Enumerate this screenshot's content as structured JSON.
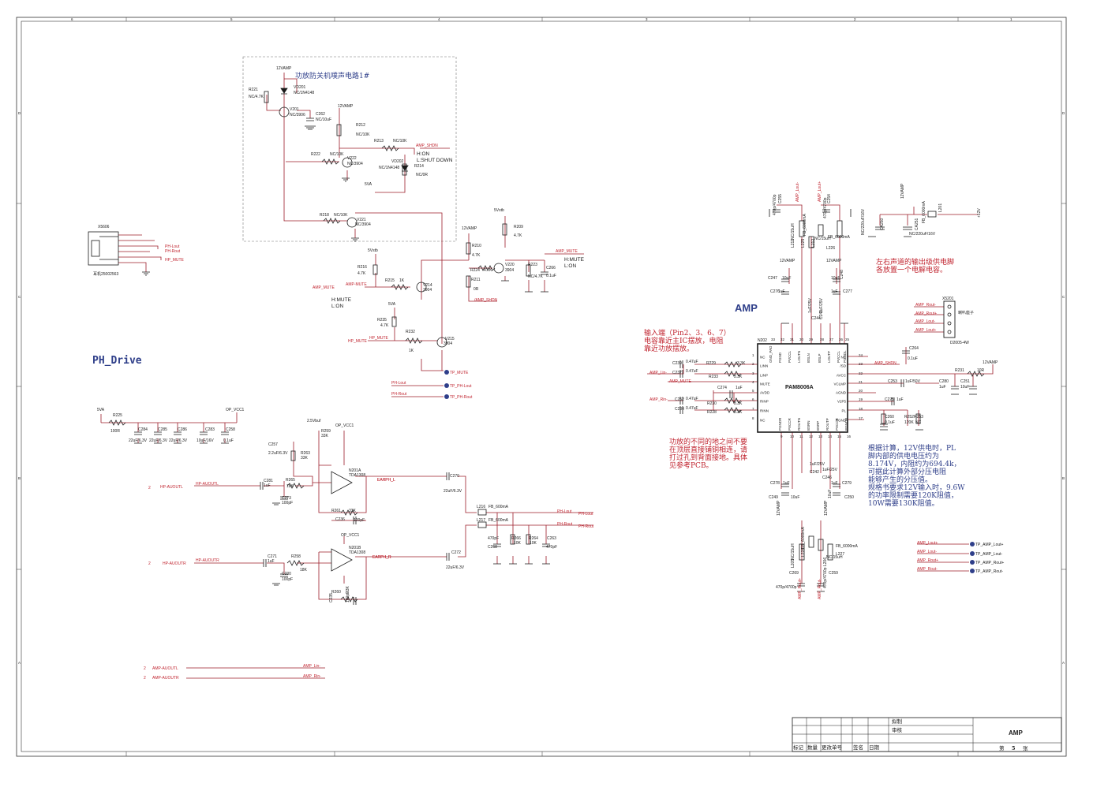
{
  "titles": {
    "ph_drive": "PH_Drive",
    "amp": "AMP",
    "dashed_box": "功放防关机噗声电路1#"
  },
  "notes": {
    "input": [
      "输入端（Pin2、3、6、7）",
      "电容靠近主IC摆放，电阻",
      "靠近功放摆放。"
    ],
    "ground": [
      "功放的不同的地之间不要",
      "在顶层直接铺铜相连，请",
      "打过孔到背面接地。具体",
      "见参考PCB。"
    ],
    "power": [
      "根据计算，12V供电时，PL",
      "脚内部的供电电压约为",
      "8.174V，内阻约为694.4k，",
      "可据此计算外部分压电阻",
      "能够产生的分压值。",
      "规格书要求12V输入时，9.6W",
      "的功率限制需要120K阻值，",
      "10W需要130K阻值。"
    ],
    "caps": [
      "左右声道的输出级供电脚",
      "各放置一个电解电容。"
    ],
    "mute_a": [
      "H:MUTE",
      "L:ON"
    ],
    "mute_b": [
      "H:MUTE",
      "L:ON"
    ],
    "shutdown": [
      "H:ON",
      "L:SHUT DOWN"
    ]
  },
  "ic": {
    "name": "PAM8006A",
    "ref": "N202",
    "left_pins": [
      "NC",
      "LINN",
      "LINP",
      "MUTE",
      "AVDD",
      "RINP",
      "RINN",
      "NC"
    ],
    "left_nums": [
      "1",
      "2",
      "3",
      "4",
      "5",
      "6",
      "7",
      "8"
    ],
    "right_pins": [
      "NC",
      "/SD",
      "AVCC",
      "VCLMP",
      "AGND",
      "V2P5",
      "PL",
      "PGND"
    ],
    "right_nums": [
      "24",
      "23",
      "22",
      "21",
      "20",
      "19",
      "18",
      "17"
    ],
    "top_pins": [
      "GND_PAD",
      "PGND",
      "PVCCL",
      "LOUTN",
      "BSLN",
      "BSLP",
      "LOUTP",
      "PVCCL",
      "PGNDL"
    ],
    "top_nums": [
      "33",
      "32",
      "31",
      "30",
      "29",
      "28",
      "27",
      "26",
      "25"
    ],
    "bottom_pins": [
      "PGNDR",
      "PVCCR",
      "ROUTN",
      "BSRN",
      "BSRP",
      "ROUTP",
      "PVCCR",
      "PGNDR"
    ],
    "bottom_nums": [
      "9",
      "10",
      "11",
      "12",
      "13",
      "14",
      "15",
      "16"
    ]
  },
  "opamps": [
    {
      "ref": "N201A",
      "part": "TDA1308",
      "out": "EARPH_L"
    },
    {
      "ref": "N201B",
      "part": "TDA1308",
      "out": "EARPH_R"
    }
  ],
  "labels": [
    {
      "text": "12VAMP"
    },
    {
      "text": "VD201"
    },
    {
      "text": "NC/1N4148"
    },
    {
      "text": "R221"
    },
    {
      "text": "NC/4.7K"
    },
    {
      "text": "V201"
    },
    {
      "text": "NC/3906"
    },
    {
      "text": "C262"
    },
    {
      "text": "NC/10uF"
    },
    {
      "text": "12VAMP"
    },
    {
      "text": "R212"
    },
    {
      "text": "NC/10K"
    },
    {
      "text": "R213"
    },
    {
      "text": "NC/10K"
    },
    {
      "text": "R222"
    },
    {
      "text": "NC/10K"
    },
    {
      "text": "V222"
    },
    {
      "text": "NC/3904"
    },
    {
      "text": "VD202"
    },
    {
      "text": "NC/1N4148"
    },
    {
      "text": "R214"
    },
    {
      "text": "NC/0R"
    },
    {
      "text": "5VA"
    },
    {
      "text": "R218"
    },
    {
      "text": "NC/10K"
    },
    {
      "text": "V221"
    },
    {
      "text": "NC/3904"
    },
    {
      "text": "X5606"
    },
    {
      "text": "耳机25002563"
    },
    {
      "text": "12VAMP"
    },
    {
      "text": "R210"
    },
    {
      "text": "4.7K"
    },
    {
      "text": "R224"
    },
    {
      "text": "4.7K"
    },
    {
      "text": "R211"
    },
    {
      "text": "0R"
    },
    {
      "text": "5Vstb"
    },
    {
      "text": "R209"
    },
    {
      "text": "4.7K"
    },
    {
      "text": "V220"
    },
    {
      "text": "3904"
    },
    {
      "text": "R223"
    },
    {
      "text": "NC/4.7K"
    },
    {
      "text": "C266"
    },
    {
      "text": "0.1uF"
    },
    {
      "text": "5Vstb"
    },
    {
      "text": "R216"
    },
    {
      "text": "4.7K"
    },
    {
      "text": "R215"
    },
    {
      "text": "1K"
    },
    {
      "text": "V214"
    },
    {
      "text": "3904"
    },
    {
      "text": "5VA"
    },
    {
      "text": "R235"
    },
    {
      "text": "4.7K"
    },
    {
      "text": "R232"
    },
    {
      "text": "1K"
    },
    {
      "text": "V215"
    },
    {
      "text": "3904"
    },
    {
      "text": "5VA"
    },
    {
      "text": "R225"
    },
    {
      "text": "100R"
    },
    {
      "text": "OP_VCC1"
    },
    {
      "text": "C284"
    },
    {
      "text": "C285"
    },
    {
      "text": "C286"
    },
    {
      "text": "C283"
    },
    {
      "text": "C258"
    },
    {
      "text": "22uF/6.3V"
    },
    {
      "text": "22uF/6.3V"
    },
    {
      "text": "22uF/6.3V"
    },
    {
      "text": "10uF/16V"
    },
    {
      "text": "0.1uF"
    },
    {
      "text": "2.5Vbuf"
    },
    {
      "text": "OP_VCC1"
    },
    {
      "text": "R259"
    },
    {
      "text": "33K"
    },
    {
      "text": "C257"
    },
    {
      "text": "2.2uF/6.3V"
    },
    {
      "text": "R263"
    },
    {
      "text": "33K"
    },
    {
      "text": "C281"
    },
    {
      "text": "1uF"
    },
    {
      "text": "R265"
    },
    {
      "text": "18K"
    },
    {
      "text": "C273"
    },
    {
      "text": "100pF"
    },
    {
      "text": "R261"
    },
    {
      "text": "33K"
    },
    {
      "text": "C236"
    },
    {
      "text": "100pF"
    },
    {
      "text": "C270"
    },
    {
      "text": "22uF/6.3V"
    },
    {
      "text": "L216"
    },
    {
      "text": "FB_600mA"
    },
    {
      "text": "L217"
    },
    {
      "text": "FB_600mA"
    },
    {
      "text": "C268"
    },
    {
      "text": "470pF"
    },
    {
      "text": "R266"
    },
    {
      "text": "10K"
    },
    {
      "text": "R264"
    },
    {
      "text": "10K"
    },
    {
      "text": "C263"
    },
    {
      "text": "470pF"
    },
    {
      "text": "OP_VCC1"
    },
    {
      "text": "C271"
    },
    {
      "text": "1uF"
    },
    {
      "text": "R258"
    },
    {
      "text": "18K"
    },
    {
      "text": "C230"
    },
    {
      "text": "100pF"
    },
    {
      "text": "C272"
    },
    {
      "text": "22uF/6.3V"
    },
    {
      "text": "R260"
    },
    {
      "text": "33K"
    },
    {
      "text": "C235"
    },
    {
      "text": "100pF"
    },
    {
      "text": "C255"
    },
    {
      "text": "470p/4700p"
    },
    {
      "text": "C254"
    },
    {
      "text": "470p/4700p"
    },
    {
      "text": "L211"
    },
    {
      "text": "NC/15uH"
    },
    {
      "text": "L225"
    },
    {
      "text": "FB_6000mA"
    },
    {
      "text": "L212"
    },
    {
      "text": "NC/15uH"
    },
    {
      "text": "L226"
    },
    {
      "text": "FB_6000mA"
    },
    {
      "text": "12VAMP"
    },
    {
      "text": "12VAMP"
    },
    {
      "text": "C247"
    },
    {
      "text": "10uF"
    },
    {
      "text": "C276"
    },
    {
      "text": "1uF"
    },
    {
      "text": "C244"
    },
    {
      "text": "1uF/25V"
    },
    {
      "text": "C243"
    },
    {
      "text": "1uF/25V"
    },
    {
      "text": "C248"
    },
    {
      "text": "10uF"
    },
    {
      "text": "C277"
    },
    {
      "text": "1uF"
    },
    {
      "text": "C239"
    },
    {
      "text": "0.47uF"
    },
    {
      "text": "R229"
    },
    {
      "text": "3.3K"
    },
    {
      "text": "C237"
    },
    {
      "text": "0.47uF"
    },
    {
      "text": "R233"
    },
    {
      "text": "3.3K"
    },
    {
      "text": "C274"
    },
    {
      "text": "1uF"
    },
    {
      "text": "C252"
    },
    {
      "text": "0.47uF"
    },
    {
      "text": "R230"
    },
    {
      "text": "3.3K"
    },
    {
      "text": "C234"
    },
    {
      "text": "0.47uF"
    },
    {
      "text": "R228"
    },
    {
      "text": "3.3K"
    },
    {
      "text": "C264"
    },
    {
      "text": "0.1uF"
    },
    {
      "text": "C253"
    },
    {
      "text": "1uF/50V"
    },
    {
      "text": "C280"
    },
    {
      "text": "1uF"
    },
    {
      "text": "R231"
    },
    {
      "text": "10R"
    },
    {
      "text": "12VAMP"
    },
    {
      "text": "C251"
    },
    {
      "text": "10uF"
    },
    {
      "text": "C275"
    },
    {
      "text": "1uF"
    },
    {
      "text": "C260"
    },
    {
      "text": "0.1uF"
    },
    {
      "text": "R252"
    },
    {
      "text": "120K"
    },
    {
      "text": "R253"
    },
    {
      "text": "NC"
    },
    {
      "text": "C278"
    },
    {
      "text": "1uF"
    },
    {
      "text": "C249"
    },
    {
      "text": "10uF"
    },
    {
      "text": "C242"
    },
    {
      "text": "1uF/25V"
    },
    {
      "text": "C246"
    },
    {
      "text": "1uF/25V"
    },
    {
      "text": "C279"
    },
    {
      "text": "1uF"
    },
    {
      "text": "C250"
    },
    {
      "text": "10uF"
    },
    {
      "text": "12VAMP"
    },
    {
      "text": "12VAMP"
    },
    {
      "text": "L205"
    },
    {
      "text": "NC/15uH"
    },
    {
      "text": "L228"
    },
    {
      "text": "FB_6000mA"
    },
    {
      "text": "L206"
    },
    {
      "text": "NC/15uH"
    },
    {
      "text": "L227"
    },
    {
      "text": "FB_6000mA"
    },
    {
      "text": "C269"
    },
    {
      "text": "470p/4700p"
    },
    {
      "text": "C259"
    },
    {
      "text": "470p/4700p"
    },
    {
      "text": "12VAMP"
    },
    {
      "text": "L201"
    },
    {
      "text": "FB_6000mA"
    },
    {
      "text": "+12V"
    },
    {
      "text": "CA250"
    },
    {
      "text": "NC/220uF/16V"
    },
    {
      "text": "CA251"
    },
    {
      "text": "NC/220uF/16V"
    },
    {
      "text": "X5201"
    },
    {
      "text": "D2005-4W"
    },
    {
      "text": "喇叭座子"
    }
  ],
  "nets": [
    {
      "text": "AMP_SHDN"
    },
    {
      "text": "PH-Lout"
    },
    {
      "text": "PH-Rout"
    },
    {
      "text": "HP_MUTE"
    },
    {
      "text": "AMP_MUTE"
    },
    {
      "text": "AMP-MUTE"
    },
    {
      "text": "AMP_MUTE"
    },
    {
      "text": "/AMP_SHDN"
    },
    {
      "text": "HP_MUTE"
    },
    {
      "text": "HP_MUTE"
    },
    {
      "text": "TP_MUTE"
    },
    {
      "text": "PH-Lout"
    },
    {
      "text": "TP_PH-Lout"
    },
    {
      "text": "PH-Rout"
    },
    {
      "text": "TP_PH-Rout"
    },
    {
      "text": "HP-AUOUTL"
    },
    {
      "text": "HP-AUOUTL"
    },
    {
      "text": "EARPH_L"
    },
    {
      "text": "PH-Lout"
    },
    {
      "text": "PH-Lout"
    },
    {
      "text": "PH-Rout"
    },
    {
      "text": "PH-Rout"
    },
    {
      "text": "HP-AUOUTR"
    },
    {
      "text": "HP-AUOUTR"
    },
    {
      "text": "EARPH_R"
    },
    {
      "text": "AMP-AUOUTL"
    },
    {
      "text": "AMP_Lin-"
    },
    {
      "text": "AMP-AUOUTR"
    },
    {
      "text": "AMP_Rin-"
    },
    {
      "text": "AMP_Lout-"
    },
    {
      "text": "AMP_Lout+"
    },
    {
      "text": "AMP_Lin-"
    },
    {
      "text": "AMP_MUTE"
    },
    {
      "text": "AMP_Rin-"
    },
    {
      "text": "AMP_SHDN"
    },
    {
      "text": "AMP_Rout-"
    },
    {
      "text": "AMP_Rout+"
    },
    {
      "text": "AMP_Lout-"
    },
    {
      "text": "AMP_Lout+"
    },
    {
      "text": "AMP_Rout+"
    },
    {
      "text": "AMP_Rout-"
    },
    {
      "text": "AMP_Lout+"
    },
    {
      "text": "AMP_Lout-"
    },
    {
      "text": "AMP_Rout+"
    },
    {
      "text": "AMP_Rout-"
    },
    {
      "text": "TP_AMP_Lout+"
    },
    {
      "text": "TP_AMP_Lout-"
    },
    {
      "text": "TP_AMP_Rout+"
    },
    {
      "text": "TP_AMP_Rout-"
    },
    {
      "text": "2"
    },
    {
      "text": "2"
    },
    {
      "text": "2"
    },
    {
      "text": "2"
    }
  ],
  "title_block": {
    "name": "AMP",
    "design": "拟制",
    "review": "审核",
    "cols": [
      "标记",
      "数量",
      "更改单号",
      "签名",
      "日期"
    ],
    "sheet_prefix": "第",
    "sheet_num": "5",
    "sheet_suffix": "张"
  },
  "border_marks": {
    "top": [
      "6",
      "5",
      "4",
      "3",
      "2",
      "1"
    ],
    "side": [
      "D",
      "C",
      "B",
      "A"
    ]
  }
}
